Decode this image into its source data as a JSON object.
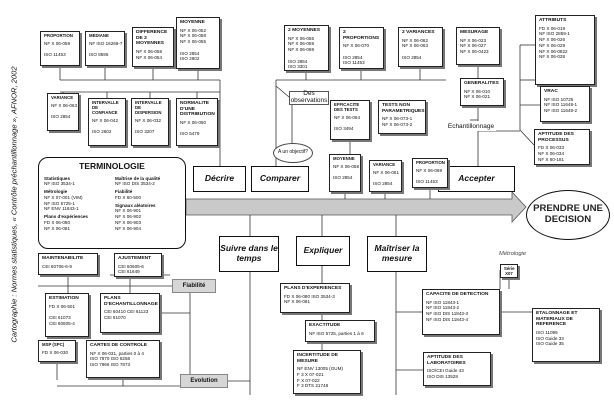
{
  "side_caption": "Cartographie : Normes statistiques, « Contrôle préchantillonnage », AFNOR, 2002",
  "decision": "PRENDRE UNE DECISION",
  "verbs": {
    "decrire": "Décrire",
    "comparer": "Comparer",
    "accepter": "Accepter",
    "suivre": "Suivre dans le temps",
    "expliquer": "Expliquer",
    "maitriser": "Maîtriser la mesure"
  },
  "labels": {
    "des_observations": "Des observations",
    "un_objectif": "A un objectif?",
    "echantillonnage": "Echantillonnage",
    "metrologie": "Métrologie",
    "fiabilite": "Fiabilité",
    "evolution": "Evolution"
  },
  "terminology": {
    "title": "TERMINOLOGIE",
    "left": [
      {
        "h": "Statistiques",
        "lines": [
          "NF ISO 3534-1"
        ]
      },
      {
        "h": "Métrologie",
        "lines": [
          "NF X 07-001 (VIM)",
          "NF ISO 5725-1",
          "NF ENV 11843-1"
        ]
      },
      {
        "h": "Plans d'expériences",
        "lines": [
          "FD X 06-080",
          "NF X 06-081"
        ]
      }
    ],
    "right": [
      {
        "h": "Maîtrise de la qualité",
        "lines": [
          "NF ISO DIS 3534-2"
        ]
      },
      {
        "h": "Fiabilité",
        "lines": [
          "FD X 60-500"
        ]
      },
      {
        "h": "Signaux aléatoires",
        "lines": [
          "NF X 06-901",
          "NF X 06-902",
          "NF X 06-903",
          "NF X 06-904"
        ]
      }
    ]
  },
  "cards": [
    {
      "id": "proportion-tl",
      "title": "PROPORTION",
      "lines": [
        "NF X 06-059",
        "",
        "ISO 11453"
      ]
    },
    {
      "id": "mediane",
      "title": "MEDIANE",
      "lines": [
        "NF ISO 16269-7",
        "",
        "ISO 8595"
      ]
    },
    {
      "id": "diff-2-moyennes",
      "title": "DIFFERENCE DE 2 MOYENNES",
      "lines": [
        "NF X 06-058",
        "NF X 06-054"
      ]
    },
    {
      "id": "moyenne-tl",
      "title": "MOYENNE",
      "lines": [
        "NF X 06-052",
        "NF X 06-058",
        "NF X 06-055",
        "",
        "ISO 2854",
        "ISO 2602"
      ]
    },
    {
      "id": "variance-tl",
      "title": "VARIANCE",
      "lines": [
        "NF X 06-063",
        "",
        "ISO 2854"
      ]
    },
    {
      "id": "intervalle-confiance",
      "title": "INTERVALLE DE CONFIANCE",
      "lines": [
        "NF X 06-042",
        "",
        "ISO 2602"
      ]
    },
    {
      "id": "intervalle-dispersion",
      "title": "INTERVALLE DE DISPERSION",
      "lines": [
        "NF X 06-032",
        "",
        "ISO 3207"
      ]
    },
    {
      "id": "normalite",
      "title": "NORMALITE D'UNE DISTRIBUTION",
      "lines": [
        "NF X 06-050",
        "",
        "ISO 5479"
      ]
    },
    {
      "id": "2-moyennes",
      "title": "2 MOYENNES",
      "lines": [
        "NF X 06-055",
        "NF X 06-059",
        "NF X 06-069",
        "",
        "ISO 2854",
        "ISO 3301"
      ]
    },
    {
      "id": "2-proportions",
      "title": "2 PROPORTIONS",
      "lines": [
        "NF X 06-070",
        "",
        "ISO 2854",
        "ISO 11453"
      ]
    },
    {
      "id": "2-variances",
      "title": "2 VARIANCES",
      "lines": [
        "NF X 06-062",
        "NF X 06-063",
        "",
        "ISO 2854"
      ]
    },
    {
      "id": "mesurage",
      "title": "MESURAGE",
      "lines": [
        "NF X 06-023",
        "NF X 06-027",
        "NF X 06-0423"
      ]
    },
    {
      "id": "attributs",
      "title": "ATTRIBUTS",
      "lines": [
        "FD X 06-019",
        "NF ISO 2859-1",
        "NF X 06-026",
        "NF X 06-029",
        "NF X 06-0822",
        "NF X 06-028"
      ]
    },
    {
      "id": "efficacite",
      "title": "EFFICACITE DES TESTS",
      "lines": [
        "NF X 06-064",
        "",
        "ISO 3494"
      ]
    },
    {
      "id": "tests-np",
      "title": "TESTS NON PARAMETRIQUES",
      "lines": [
        "NF X 06-073-1",
        "NF X 06-073-2"
      ]
    },
    {
      "id": "generalites",
      "title": "GENERALITES",
      "lines": [
        "NF X 06-010",
        "NF X 06-021"
      ]
    },
    {
      "id": "vrac",
      "title": "VRAC",
      "lines": [
        "NF ISO 10725",
        "NF ISO 11648-1",
        "NF ISO 11648-2"
      ]
    },
    {
      "id": "aptitude-processus",
      "title": "APTITUDE DES PROCESSUS",
      "lines": [
        "FD X 06-033",
        "NF X 06-034",
        "NF X 60-181"
      ]
    },
    {
      "id": "moyenne-mid",
      "title": "MOYENNE",
      "lines": [
        "NF X 06-058",
        "",
        "ISO 2854"
      ]
    },
    {
      "id": "variance-mid",
      "title": "VARIANCE",
      "lines": [
        "NF X 06-061",
        "",
        "ISO 2854"
      ]
    },
    {
      "id": "proportion-mid",
      "title": "PROPORTION",
      "lines": [
        "NF X 06-069",
        "",
        "ISO 11453"
      ]
    },
    {
      "id": "maintenabilite",
      "title": "MAINTENABILITE",
      "lines": [
        "CEI 60706-6-9"
      ]
    },
    {
      "id": "ajustement",
      "title": "AJUSTEMENT",
      "lines": [
        "CEI 60605-6",
        "CEI 61649"
      ]
    },
    {
      "id": "estimation",
      "title": "ESTIMATION",
      "lines": [
        "FD X 06-501",
        "",
        "CEI 61073",
        "CEI 60605-4"
      ]
    },
    {
      "id": "plans-ech",
      "title": "PLANS D'ECHANTILLONNAGE",
      "lines": [
        "CEI 60410  CEI 61123",
        "CEI 61070"
      ]
    },
    {
      "id": "msp",
      "title": "MSP (SPC)",
      "lines": [
        "FD X 06-030"
      ]
    },
    {
      "id": "cartes-controle",
      "title": "CARTES DE CONTROLE",
      "lines": [
        "NF X 06-031, parties 0 à 4",
        "ISO 7870     ISO 8258",
        "ISO 7966     ISO 7873"
      ]
    },
    {
      "id": "plans-exp",
      "title": "PLANS D'EXPERIENCES",
      "lines": [
        "FD X 06-080    ISO 3534-3",
        "NF X 06-081"
      ]
    },
    {
      "id": "exactitude",
      "title": "EXACTITUDE",
      "lines": [
        "NF ISO 5725, parties 1 à 6"
      ]
    },
    {
      "id": "incertitude",
      "title": "INCERTITUDE DE MESURE",
      "lines": [
        "NF ENV 13005 (GUM)",
        "F 3 X 07-021",
        "F X 07-022",
        "F 3 DTS 21748"
      ]
    },
    {
      "id": "capacite",
      "title": "CAPACITE DE DETECTION",
      "lines": [
        "NF ISO 11843-1",
        "NF ISO 11843-2",
        "NF ISO DIS 11843-3",
        "NF ISO DIS 11843-4"
      ]
    },
    {
      "id": "aptitude-labos",
      "title": "APTITUDE DES LABORATOIRES",
      "lines": [
        "ISO/CEI Guide 43",
        "ISO DIS 13528"
      ]
    },
    {
      "id": "etalonnage",
      "title": "ETALONNAGE ET MATERIAUX DE REFERENCE",
      "lines": [
        "ISO 11095",
        "ISO Guide 33",
        "ISO Guide 35"
      ]
    },
    {
      "id": "serie",
      "title": "Série X07",
      "lines": []
    }
  ]
}
